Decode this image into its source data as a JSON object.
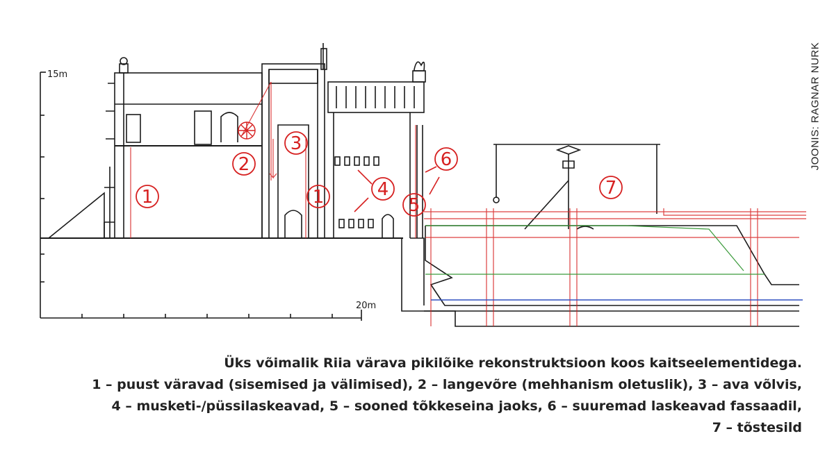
{
  "diagram": {
    "scale_top_label": "15m",
    "scale_bottom_label": "20m",
    "markers": [
      "1",
      "2",
      "3",
      "1",
      "4",
      "5",
      "6",
      "7"
    ]
  },
  "credit": "JOONIS: RAGNAR NURK",
  "caption": {
    "title": "Üks võimalik Riia värava pikilõike rekonstruktsioon koos kaitseelementidega.",
    "line1": "1 – puust väravad (sisemised ja välimised), 2 – langevõre (mehhanism oletuslik), 3 – ava võlvis,",
    "line2": "4 – musketi-/püssilaskeavad, 5 – sooned tõkkeseina jaoks, 6 – suuremad laskeavad fassaadil,",
    "line3": "7 – tõstesild"
  },
  "colors": {
    "ink": "#1a1a1a",
    "marker": "#d62020",
    "water": "#3050c0",
    "bridge_green": "#3a9a3a"
  }
}
